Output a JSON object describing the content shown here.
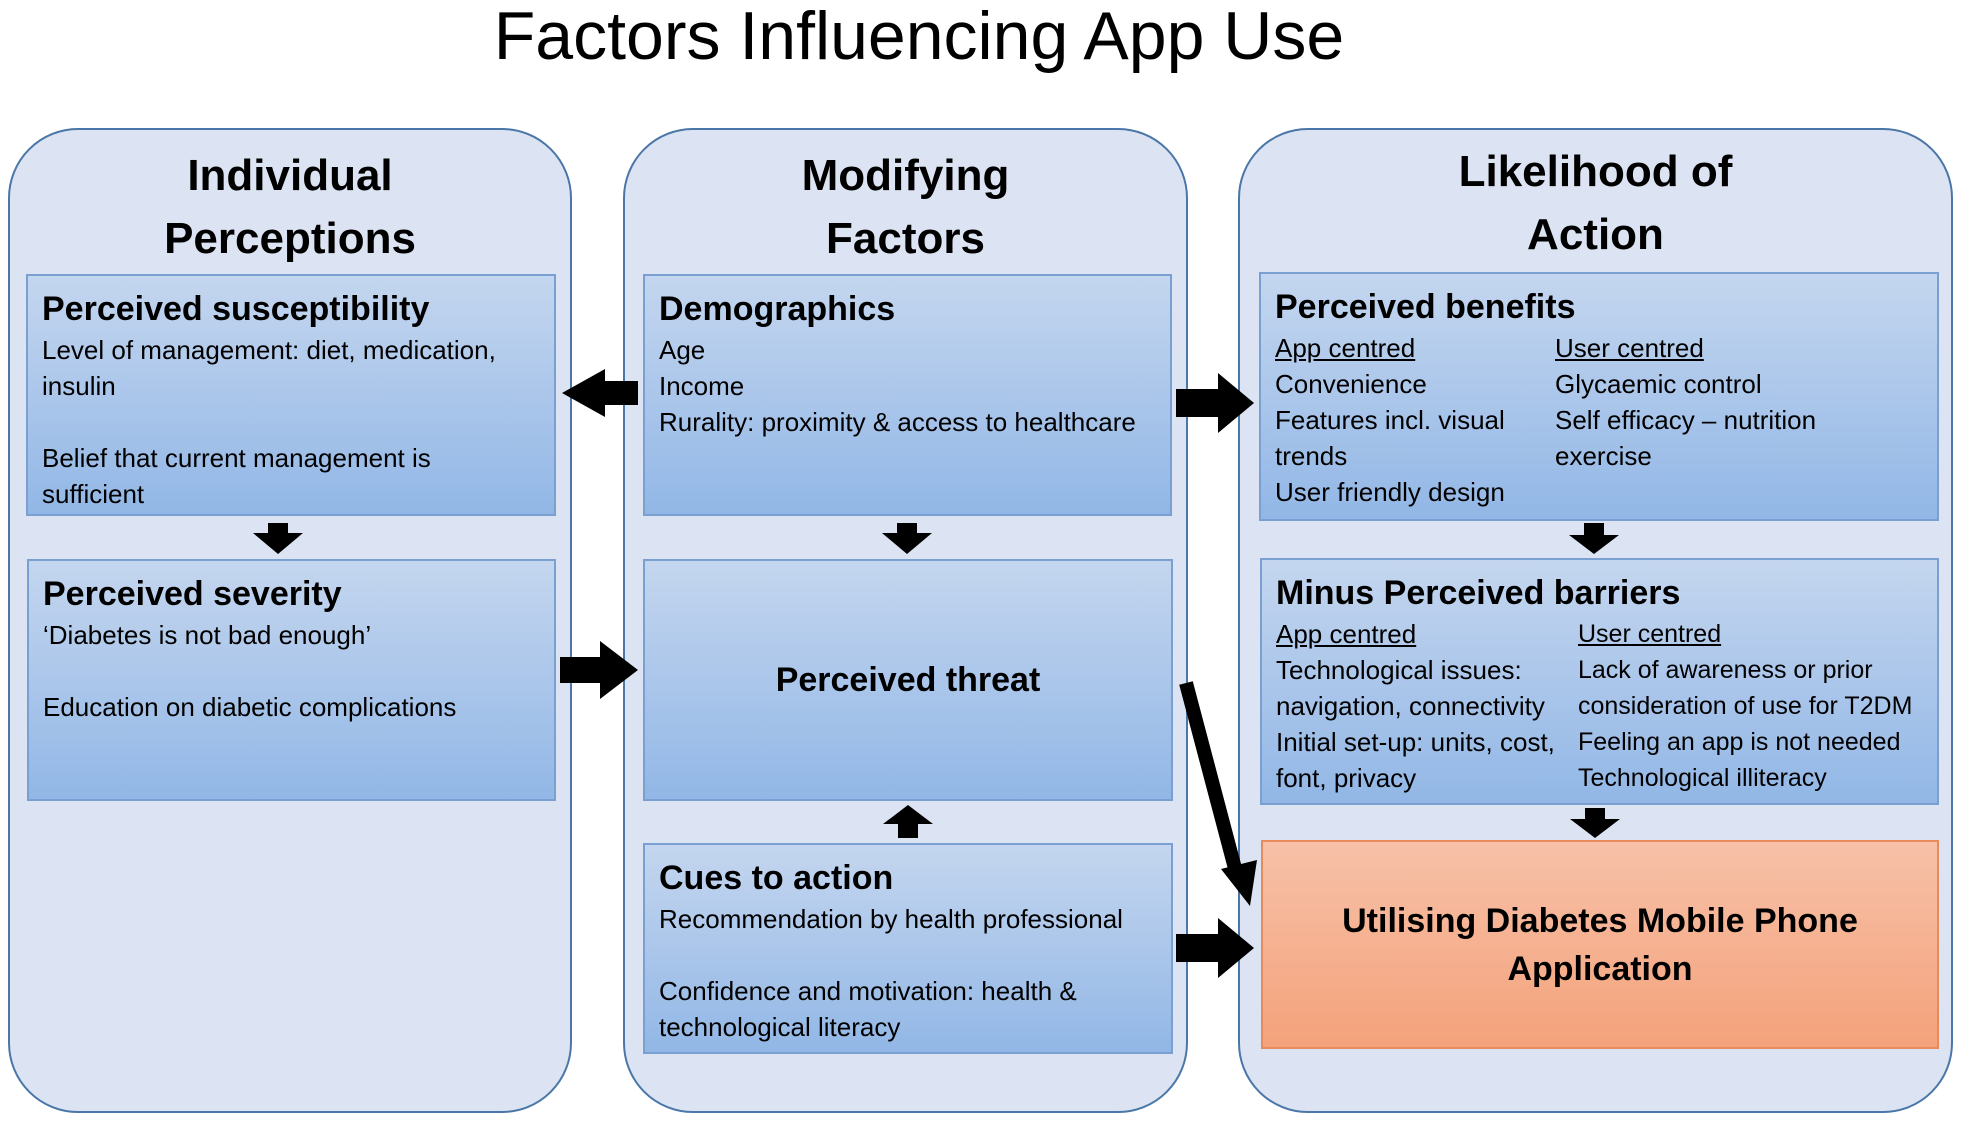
{
  "title": "Factors Influencing App Use",
  "columns": {
    "individual": "Individual Perceptions",
    "modifying": "Modifying Factors",
    "likelihood": "Likelihood of Action"
  },
  "susceptibility": {
    "title": "Perceived susceptibility",
    "line1": "Level of management: diet, medication, insulin",
    "line2": "Belief that current management is sufficient"
  },
  "severity": {
    "title": "Perceived severity",
    "line1": "‘Diabetes is not bad enough’",
    "line2": "Education on diabetic complications"
  },
  "demographics": {
    "title": "Demographics",
    "items": [
      "Age",
      "Income",
      "Rurality: proximity & access to healthcare"
    ]
  },
  "threat": {
    "title": "Perceived threat"
  },
  "cues": {
    "title": "Cues to action",
    "line1": "Recommendation by health professional",
    "line2": "Confidence and motivation: health & technological literacy"
  },
  "benefits": {
    "title": "Perceived benefits",
    "app_heading": "App centred",
    "app_items": [
      "Convenience",
      "Features incl. visual trends",
      "User friendly design"
    ],
    "user_heading": "User centred",
    "user_items": [
      "Glycaemic control",
      "Self efficacy – nutrition exercise"
    ]
  },
  "barriers": {
    "title": "Minus Perceived barriers",
    "app_heading": "App centred",
    "app_items": [
      "Technological issues: navigation, connectivity",
      "Initial set-up: units, cost, font, privacy"
    ],
    "user_heading": "User centred",
    "user_items": [
      "Lack of awareness or prior consideration of use for T2DM",
      "Feeling an app is not needed",
      "Technological illiteracy"
    ]
  },
  "outcome": {
    "title": "Utilising Diabetes Mobile Phone Application"
  },
  "colors": {
    "column_fill": "#dce3f2",
    "column_border": "#4a77a8",
    "box_fill": "#a9c4ea",
    "outcome_fill": "#f4a982"
  }
}
